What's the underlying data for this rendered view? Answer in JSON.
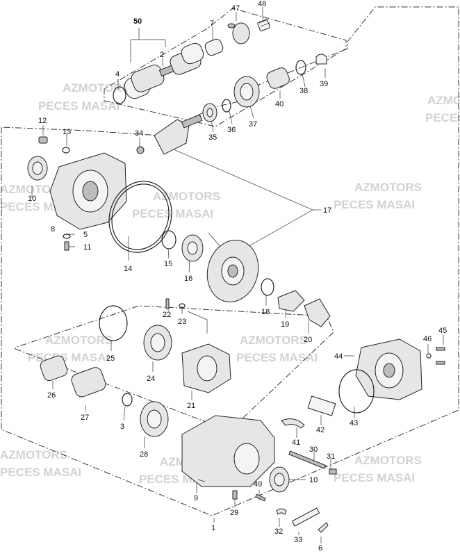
{
  "watermark": {
    "line1": "AZMOTORS",
    "line2": "PECES MASAI"
  },
  "labels": {
    "p1": "1",
    "p2": "2",
    "p3": "3",
    "p4": "4",
    "p5": "5",
    "p6": "6",
    "p7": "7",
    "p8": "8",
    "p9": "9",
    "p10a": "10",
    "p10b": "10",
    "p11": "11",
    "p12": "12",
    "p13": "13",
    "p14": "14",
    "p15": "15",
    "p16": "16",
    "p17": "17",
    "p18": "18",
    "p19": "19",
    "p20": "20",
    "p21": "21",
    "p22": "22",
    "p23": "23",
    "p24": "24",
    "p25": "25",
    "p26": "26",
    "p27": "27",
    "p28": "28",
    "p29": "29",
    "p30": "30",
    "p31": "31",
    "p32": "32",
    "p33": "33",
    "p34": "34",
    "p35": "35",
    "p36": "36",
    "p37": "37",
    "p38": "38",
    "p39": "39",
    "p40": "40",
    "p41": "41",
    "p42": "42",
    "p43": "43",
    "p44": "44",
    "p45": "45",
    "p46": "46",
    "p47": "47",
    "p48": "48",
    "p49": "49",
    "p50": "50"
  }
}
